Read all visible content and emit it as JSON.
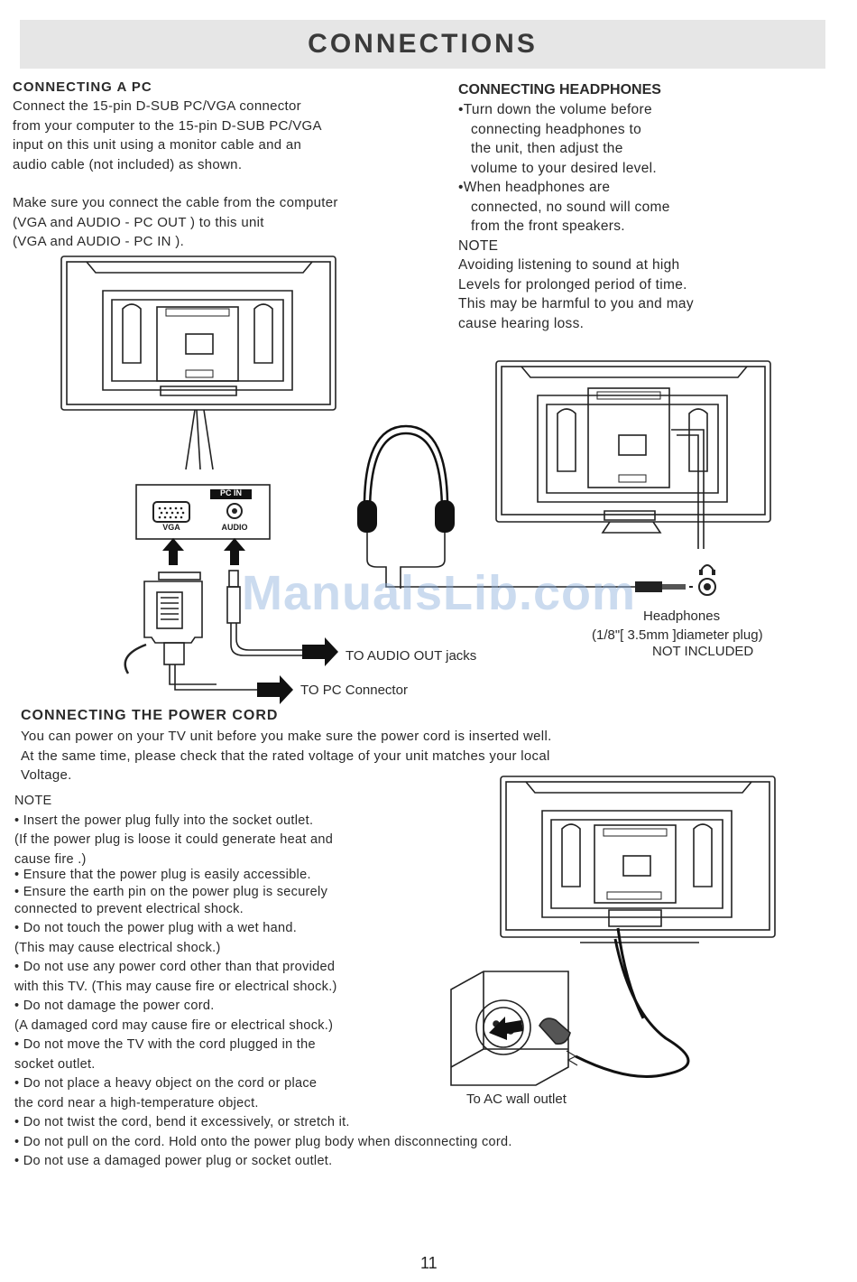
{
  "header": {
    "title": "CONNECTIONS"
  },
  "pc": {
    "heading": "CONNECTING A PC",
    "para1": [
      "Connect the 15-pin D-SUB PC/VGA connector",
      "from your computer to the 15-pin D-SUB PC/VGA",
      "input on this unit using a monitor cable and an",
      "audio cable (not included) as shown."
    ],
    "para2": [
      "Make sure you connect the cable from the computer",
      "(VGA  and  AUDIO - PC OUT  ) to this unit",
      "(VGA  and AUDIO - PC IN  )."
    ],
    "panel_title": "PC IN",
    "vga_label": "VGA",
    "audio_label": "AUDIO",
    "to_audio": "TO AUDIO OUT jacks",
    "to_pc": "TO PC Connector"
  },
  "headphones": {
    "heading": "CONNECTING HEADPHONES",
    "bullet1": [
      "•Turn down the volume before",
      "connecting headphones to",
      "the unit, then adjust the",
      "volume to your desired level."
    ],
    "bullet2": [
      "•When headphones are",
      "connected, no sound will come",
      "from the front speakers."
    ],
    "note_title": "NOTE",
    "note": [
      "Avoiding listening to sound at high",
      "Levels for prolonged period of time.",
      "This may be harmful to you and may",
      "cause hearing loss."
    ],
    "label": "Headphones",
    "plug": "(1/8\"[ 3.5mm ]diameter plug)",
    "not_included": "NOT INCLUDED"
  },
  "watermark": "ManualsLib.com",
  "power": {
    "heading": "CONNECTING THE POWER CORD",
    "intro": [
      "You can power on your TV unit before you make sure the power cord is inserted well.",
      "At the same time, please check that the rated voltage of your unit matches your local",
      "Voltage."
    ],
    "note_title": "NOTE",
    "notes": [
      "• Insert the power plug fully into the socket outlet.",
      "(If the power plug is loose  it could generate heat and",
      "cause fire .)",
      "• Ensure that the power plug is easily accessible.",
      "• Ensure the earth pin on the power plug is securely",
      " connected to prevent electrical shock.",
      "• Do not touch the power plug with a wet hand.",
      "(This may cause electrical shock.)",
      "• Do not use any power cord other than that provided",
      "with this TV. (This may cause fire or electrical shock.)",
      "• Do not damage the power cord.",
      "(A damaged cord may cause fire or electrical shock.)",
      "• Do not move the TV with the cord plugged in the",
      "socket outlet.",
      "• Do not place a heavy object on the cord or place",
      "the cord near a high-temperature object.",
      "• Do not twist the cord, bend it excessively, or stretch it.",
      "• Do not pull on the cord. Hold onto the power plug body when disconnecting cord.",
      "• Do not use a damaged power plug or socket outlet."
    ],
    "outlet_label": "To  AC  wall  outlet"
  },
  "page_number": "11"
}
